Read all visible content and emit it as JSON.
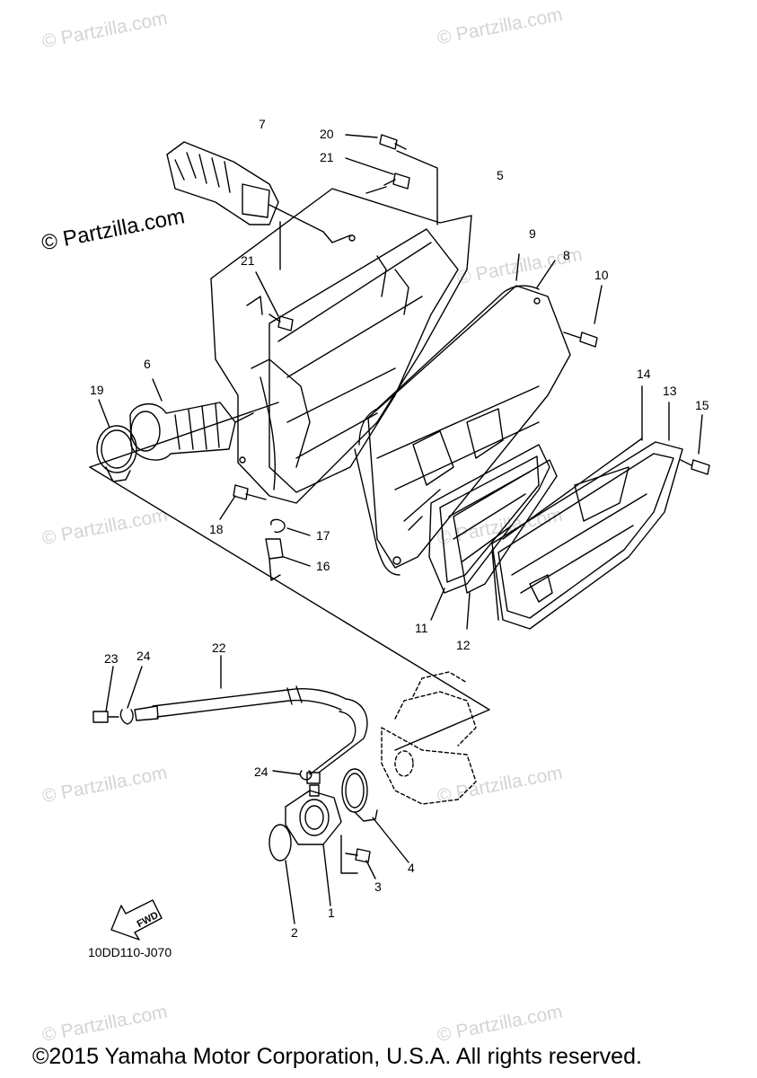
{
  "watermark_text": "© Partzilla.com",
  "watermark_main": "© Partzilla.com",
  "part_numbers": [
    "7",
    "20",
    "21",
    "5",
    "9",
    "8",
    "10",
    "21",
    "6",
    "19",
    "14",
    "13",
    "15",
    "18",
    "17",
    "16",
    "11",
    "12",
    "23",
    "24",
    "22",
    "24",
    "4",
    "3",
    "1",
    "2"
  ],
  "diagram_code": "10DD110-J070",
  "fwd_label": "FWD",
  "copyright": "©2015 Yamaha Motor Corporation, U.S.A. All rights reserved.",
  "colors": {
    "line": "#000000",
    "watermark": "#d4d4d4",
    "background": "#ffffff"
  },
  "icons": [
    "fwd-arrow-icon"
  ]
}
